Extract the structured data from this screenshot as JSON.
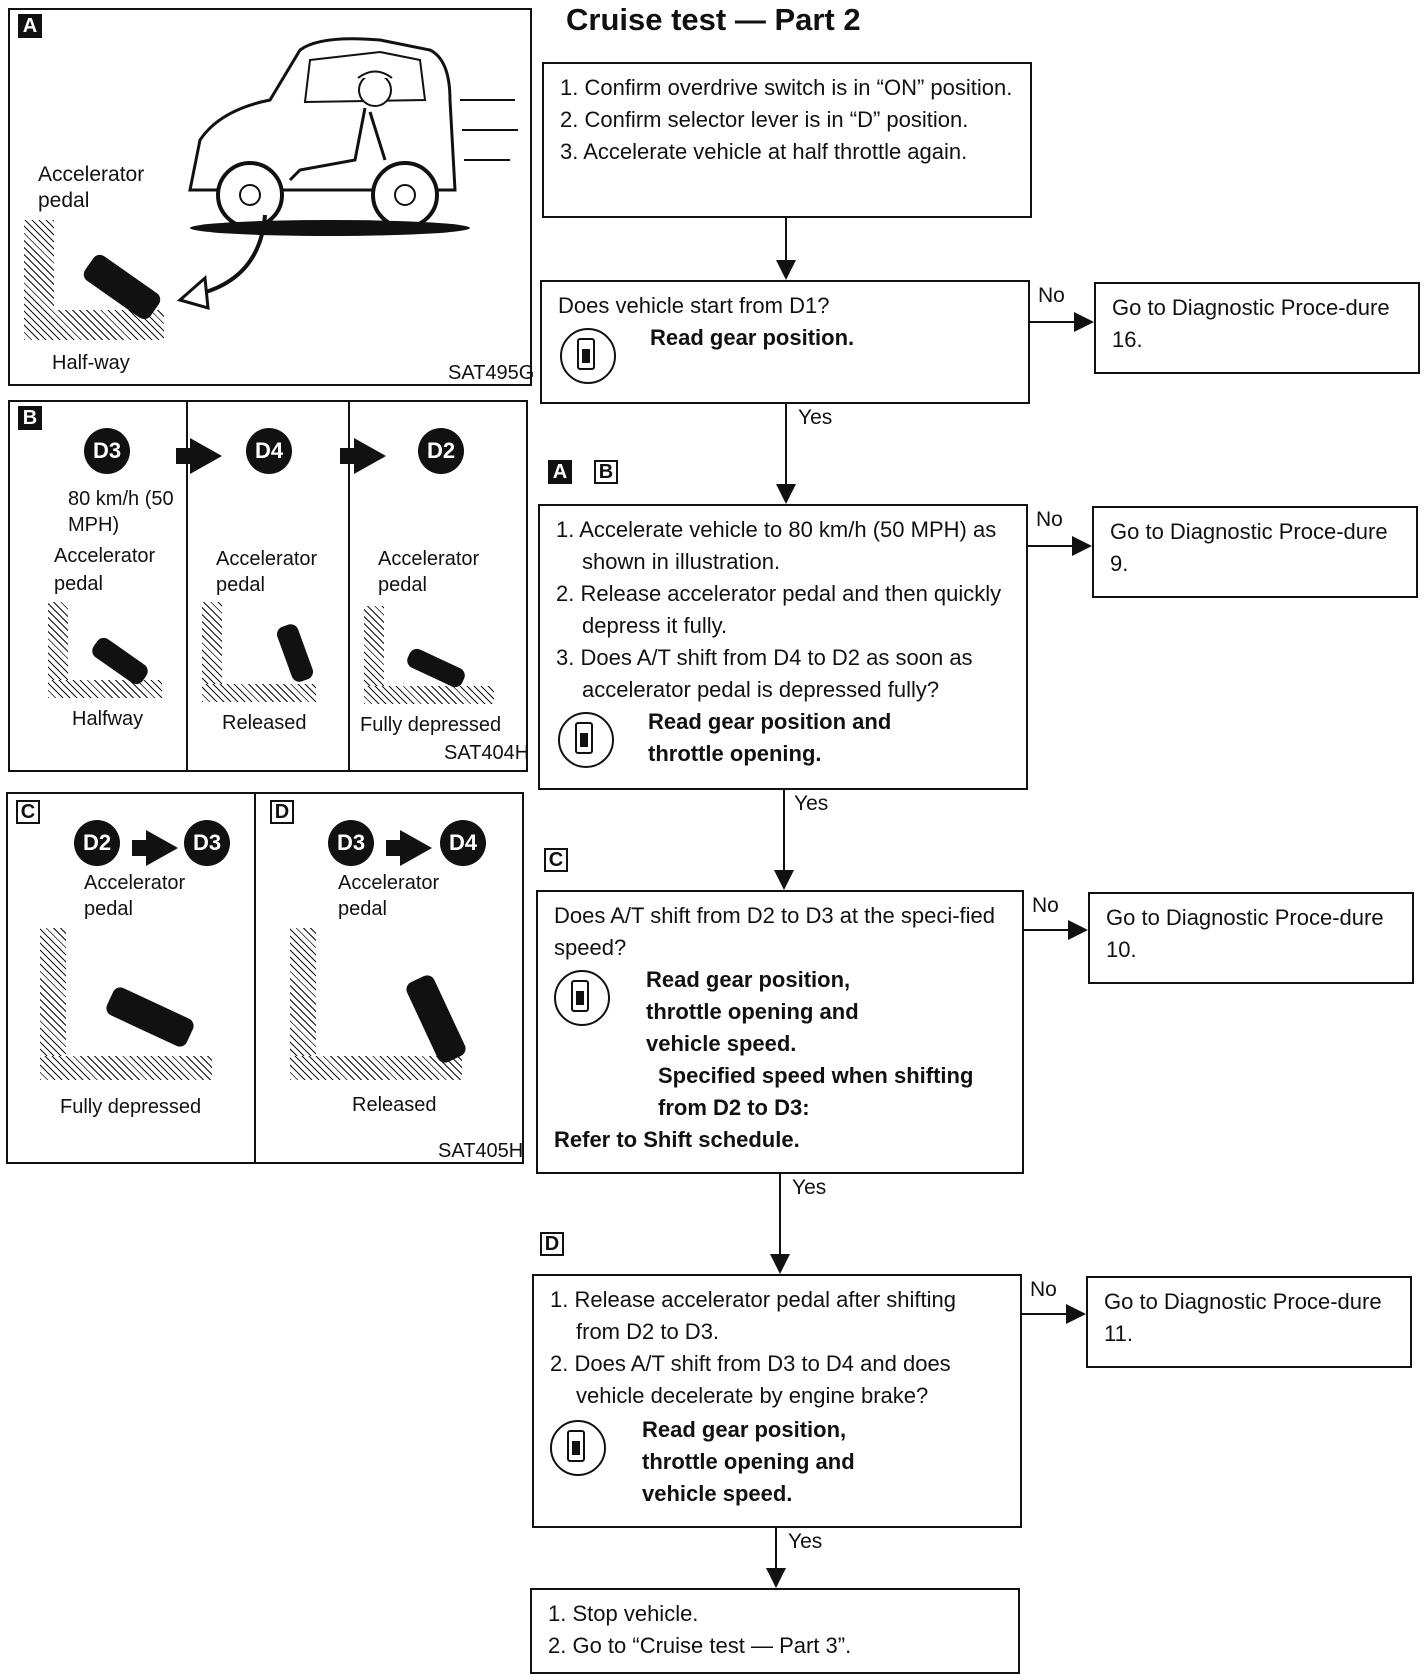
{
  "title": "Cruise test — Part 2",
  "flow": {
    "box1_steps": [
      "1. Confirm overdrive switch is in “ON” position.",
      "2. Confirm selector lever is in “D” position.",
      "3. Accelerate vehicle at half throttle again."
    ],
    "q1_text": "Does vehicle start from D1?",
    "q1_action": "Read gear position.",
    "q1_no": "Go to Diagnostic Proce-dure 16.",
    "tags_ab": [
      "A",
      "B"
    ],
    "box2_steps": [
      "1. Accelerate vehicle to 80 km/h (50 MPH) as shown in illustration.",
      "2. Release accelerator pedal and then quickly depress it fully.",
      "3. Does A/T shift from D4 to D2 as soon as accelerator pedal is depressed fully?"
    ],
    "box2_action": "Read gear position and throttle opening.",
    "box2_no": "Go to Diagnostic Proce-dure 9.",
    "tag_c": "C",
    "q3_text": "Does A/T shift from D2 to D3 at the speci-fied speed?",
    "q3_action": "Read gear position, throttle opening and vehicle speed.",
    "q3_spec": "Specified speed when shifting from D2 to D3:",
    "q3_ref": "Refer to Shift schedule.",
    "q3_no": "Go to Diagnostic Proce-dure 10.",
    "tag_d": "D",
    "box4_steps": [
      "1. Release accelerator pedal after shifting from D2 to D3.",
      "2. Does A/T shift from D3 to D4 and does vehicle decelerate by engine brake?"
    ],
    "box4_action": "Read gear position, throttle opening and vehicle speed.",
    "box4_no": "Go to Diagnostic Proce-dure 11.",
    "final_steps": [
      "1. Stop vehicle.",
      "2. Go to “Cruise test — Part 3”."
    ],
    "yes": "Yes",
    "no": "No"
  },
  "panelA": {
    "tag": "A",
    "label": "Accelerator pedal",
    "caption": "Half-way",
    "code": "SAT495G"
  },
  "panelB": {
    "tag": "B",
    "gears": [
      "D3",
      "D4",
      "D2"
    ],
    "speed": "80 km/h (50 MPH)",
    "label": "Accelerator pedal",
    "captions": [
      "Halfway",
      "Released",
      "Fully depressed"
    ],
    "code": "SAT404H"
  },
  "panelC": {
    "tag": "C",
    "gears": [
      "D2",
      "D3"
    ],
    "label": "Accelerator pedal",
    "caption": "Fully depressed"
  },
  "panelD": {
    "tag": "D",
    "gears": [
      "D3",
      "D4"
    ],
    "label": "Accelerator pedal",
    "caption": "Released",
    "code": "SAT405H"
  },
  "icons": [
    "consult-scan-icon",
    "gear-indicator-icon",
    "arrow-right-icon",
    "accelerator-pedal-icon",
    "car-driver-illustration"
  ]
}
